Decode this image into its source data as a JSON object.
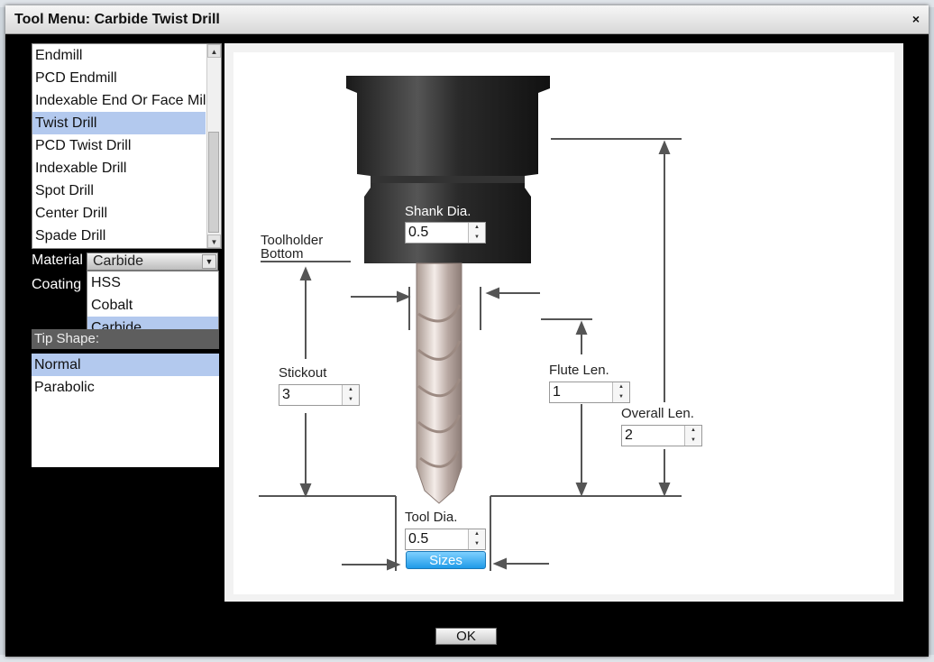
{
  "window": {
    "title": "Tool Menu: Carbide Twist Drill",
    "close_glyph": "×"
  },
  "tool_types": {
    "items": [
      "Endmill",
      "PCD Endmill",
      "Indexable End Or Face Mill",
      "Twist Drill",
      "PCD Twist Drill",
      "Indexable Drill",
      "Spot Drill",
      "Center Drill",
      "Spade Drill"
    ],
    "selected": "Twist Drill"
  },
  "material": {
    "label": "Material",
    "value": "Carbide",
    "options": [
      "HSS",
      "Cobalt",
      "Carbide"
    ]
  },
  "coating": {
    "label": "Coating"
  },
  "tip_shape": {
    "label": "Tip Shape:",
    "items": [
      "Normal",
      "Parabolic"
    ],
    "selected": "Normal"
  },
  "diagram": {
    "toolholder_bottom": [
      "Toolholder",
      "Bottom"
    ],
    "shank_dia": {
      "label": "Shank Dia.",
      "value": "0.5"
    },
    "stickout": {
      "label": "Stickout",
      "value": "3"
    },
    "flute_len": {
      "label": "Flute Len.",
      "value": "1"
    },
    "overall_len": {
      "label": "Overall Len.",
      "value": "2"
    },
    "tool_dia": {
      "label": "Tool Dia.",
      "value": "0.5"
    },
    "sizes_button": "Sizes"
  },
  "ok_button": "OK"
}
